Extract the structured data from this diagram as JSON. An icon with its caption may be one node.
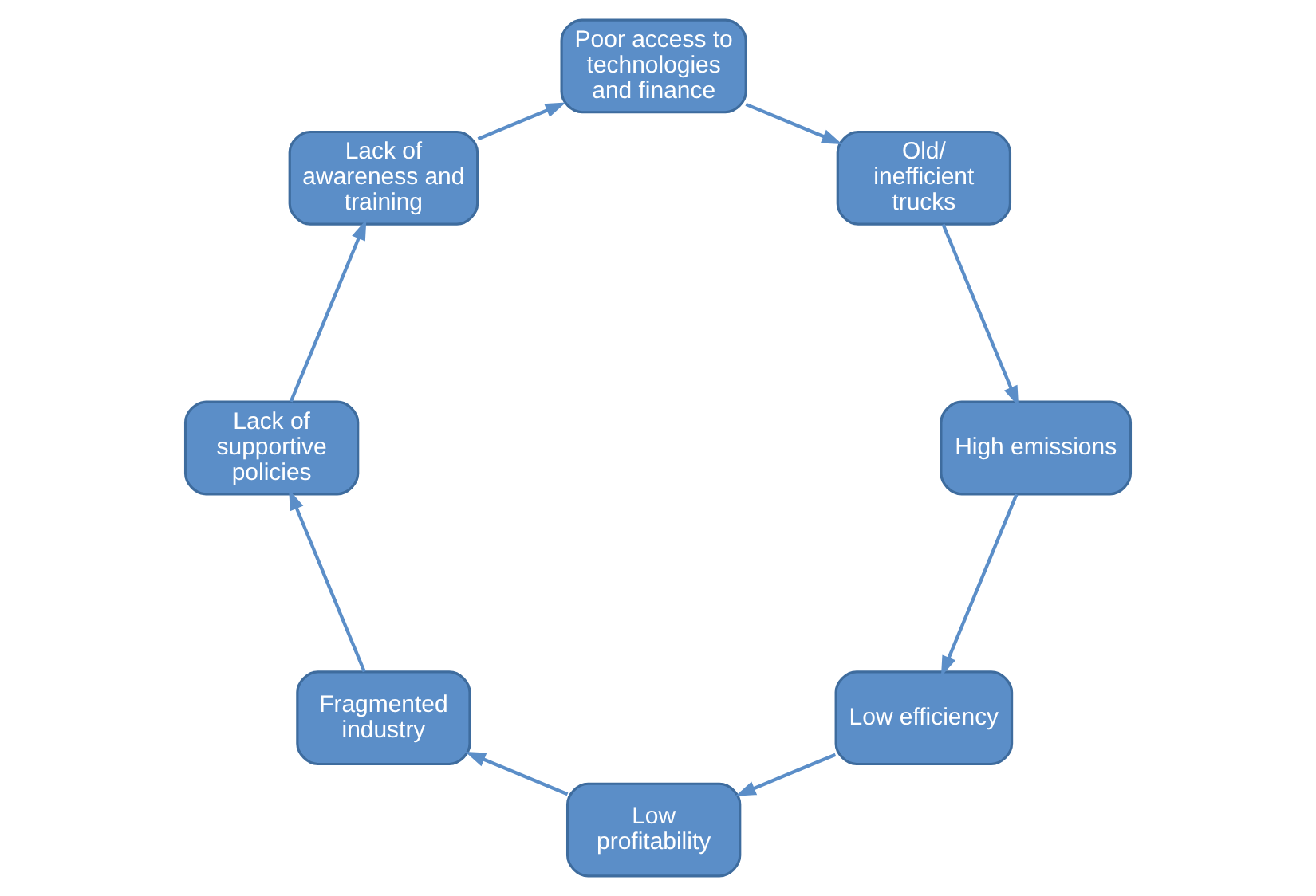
{
  "diagram": {
    "nodes": [
      {
        "text": [
          "Low efficiency"
        ]
      },
      {
        "text": [
          "Low profitability"
        ]
      },
      {
        "text": [
          "Fragmented industry"
        ]
      },
      {
        "text": [
          "Lack of supportive policies"
        ]
      },
      {
        "text": [
          "Lack of awareness and training"
        ]
      },
      {
        "text": [
          "Poor access to technologies and finance"
        ]
      },
      {
        "text": [
          "Old/ inefficient trucks"
        ]
      },
      {
        "text": [
          "High emissions"
        ]
      }
    ],
    "edges": [
      {
        "from": 0,
        "to": 1,
        "arrow": "to"
      },
      {
        "from": 1,
        "to": 2,
        "arrow": "to"
      },
      {
        "from": 2,
        "to": 3,
        "arrow": "to"
      },
      {
        "from": 3,
        "to": 4,
        "arrow": "to"
      },
      {
        "from": 4,
        "to": 5,
        "arrow": "to"
      },
      {
        "from": 5,
        "to": 6,
        "arrow": "to"
      },
      {
        "from": 6,
        "to": 7,
        "arrow": "to"
      },
      {
        "from": 7,
        "to": 0,
        "arrow": "to"
      }
    ]
  }
}
